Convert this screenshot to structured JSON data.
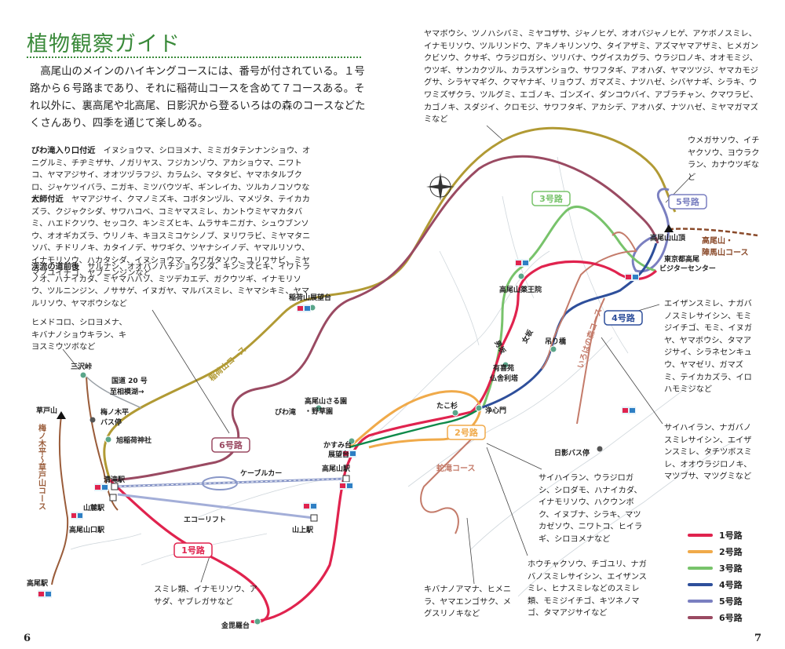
{
  "title": "植物観察ガイド",
  "intro": "　高尾山のメインのハイキングコースには、番号が付されている。１号路から６号路まであり、それに稲荷山コースを含めて７コースある。それ以外に、裏高尾や北高尾、日影沢から登るいろはの森のコースなどたくさんあり、四季を通じて楽しめる。",
  "pages": {
    "left": "6",
    "right": "7"
  },
  "plant_lists": {
    "biwa_header": "びわ滝入り口付近",
    "biwa_body": "イヌショウマ、シロヨメナ、ミミガタテンナンショウ、オニグルミ、チヂミザサ、ノガリヤス、フジカンゾウ、アカショウマ、ニワトコ、ヤマアジサイ、オオツヅラフジ、カラムシ、マタタビ、ヤマホタルブクロ、ジャケツイバラ、ニガキ、ミツバウツギ、ギンレイカ、ツルカノコソウなど",
    "daishi_header": "大師付近",
    "daishi_body": "ヤマアジサイ、クマノミズキ、コボタンヅル、マメヅタ、テイカカズラ、クジャクシダ、サワハコベ、コミヤマスミレ、カントウミヤマカタバミ、ハエドクソウ、セッコク、キンミズヒキ、ムラサキニガナ、シュウブンソウ、オオギカズラ、ウリノキ、キヨスミコケシノブ、ヌリワラビ、ミヤマタニソバ、チドリノキ、カタイノデ、サワギク、ツヤナシイノデ、ヤマルリソウ、イナモリソウ、ハカタシダ、イヌショウマ、クワガタソウ、ユリワサビ、ミヤマフユイチゴ、ヤブニンジンなど",
    "keiryu_header": "渓流の道前後",
    "keiryu_body": "サルナシ、オオバノハチジョウシダ、キンミズヒキ、イワトラノオ、ハナイカダ、ミヤマハハソ、ミツデカエデ、ガクウツギ、イナモリソウ、ツルニンジン、ノササゲ、イヌガヤ、マルバスミレ、ミヤマシキミ、ヤマルリソウ、ヤマボウシなど",
    "hime": "ヒメドコロ、シロヨメナ、キバナノショウキラン、キヨスミウツボなど",
    "top": "ヤマボウシ、ツノハシバミ、ミヤコザサ、ジャノヒゲ、オオバジャノヒゲ、アケボノスミレ、イナモリソウ、ツルリンドウ、アキノキリンソウ、タイアザミ、アズマヤマアザミ、ヒメガンクビソウ、クサギ、ウラジロガシ、ツリバナ、ウグイスカグラ、ウラジロノキ、オオモミジ、ウツギ、サンカクヅル、カラスザンショウ、サワフタギ、アオハダ、ヤマツツジ、ヤマカモジグサ、シラヤマギク、クマヤナギ、リョウブ、ガマズミ、ナツハゼ、シバヤナギ、シラキ、ウワミズザクラ、ツルグミ、エゴノキ、ゴンズイ、ダンコウバイ、アブラチャン、クマワラビ、カゴノキ、スダジイ、クロモジ、サワフタギ、アカシデ、アオハダ、ナツハゼ、ミヤマガマズミなど",
    "r5": "ウメガサソウ、イチヤクソウ、ヨウラクラン、カナウツギなど",
    "r4": "エイザンスミレ、ナガバノスミレサイシン、モミジイチゴ、モミ、イヌガヤ、ヤマボウシ、タマアジサイ、シラネセンキュウ、ヤマゼリ、ガマズミ、テイカカズラ、イロハモミジなど",
    "iroha": "サイハイラン、ナガバノスミレサイシン、エイザンスミレ、タチツボスミレ、オオウラジロノキ、マツブサ、マツグミなど",
    "r2": "サイハイラン、ウラジロガシ、シロダモ、ハナイカダ、イナモリソウ、ハクウンボク、イヌブナ、シラキ、マツカゼソウ、ニワトコ、ヒイラギ、シロヨメナなど",
    "hochaku": "ホウチャクソウ、チゴユリ、ナガバノスミレサイシン、エイザンスミレ、ヒナスミレなどのスミレ類、モミジイチゴ、キツネノマゴ、タマアジサイなど",
    "hebi": "キバナノアマナ、ヒメニラ、ヤマエンゴサク、メグスリノキなど",
    "r1": "スミレ類、イナモリソウ、アサダ、ヤブレガサなど"
  },
  "map_labels": {
    "takao_summit": "高尾山山頂",
    "takao_jinba": "高尾山・\n陣馬山コース",
    "visitor": "東京都高尾\nビジターセンター",
    "yakuoin": "高尾山薬王院",
    "inari_obs": "稲荷山展望台",
    "inari_course": "稲荷山コース",
    "saru": "高尾山さる園\n・野草園",
    "biwa": "びわ滝",
    "kasumi": "かすみ台\n展望台",
    "takao_station": "高尾山駅",
    "tako": "たこ杉",
    "jyoshin": "浄心門",
    "tsuribashi": "吊り橋",
    "iroha_course": "いろはの森コース",
    "hikage": "日影バス停",
    "uki_left": "有喜苑\n仏舎利塔",
    "otoko": "男坂",
    "onna": "女坂",
    "hebi_course": "蛇滝コース",
    "kiyotaki": "清滝駅",
    "sanroku": "山麓駅",
    "cable": "ケーブルカー",
    "eco": "エコーリフト",
    "sanjo": "山上駅",
    "kinpira": "金毘羅台",
    "takaoyamaguchi": "高尾山口駅",
    "takao_eki": "高尾駅",
    "asahi": "旭稲荷神社",
    "umenoki_bus": "梅ノ木平\nバス停",
    "kusatoyama": "草戸山",
    "sanzawa": "三沢峠",
    "route20": "国道 20 号",
    "to_yokohama": "至相模湖→",
    "umenoki_course": "梅ノ木平〜草戸山コース"
  },
  "legend": [
    {
      "label": "1号路",
      "color": "#e0234e"
    },
    {
      "label": "2号路",
      "color": "#f0aa4a"
    },
    {
      "label": "3号路",
      "color": "#78c36b"
    },
    {
      "label": "4号路",
      "color": "#2e4f9b"
    },
    {
      "label": "5号路",
      "color": "#7a7fc0"
    },
    {
      "label": "6号路",
      "color": "#9a4a62"
    }
  ],
  "route_tags": {
    "r1": "1号路",
    "r2": "2号路",
    "r3": "3号路",
    "r4": "4号路",
    "r5": "5号路",
    "r6": "6号路"
  }
}
